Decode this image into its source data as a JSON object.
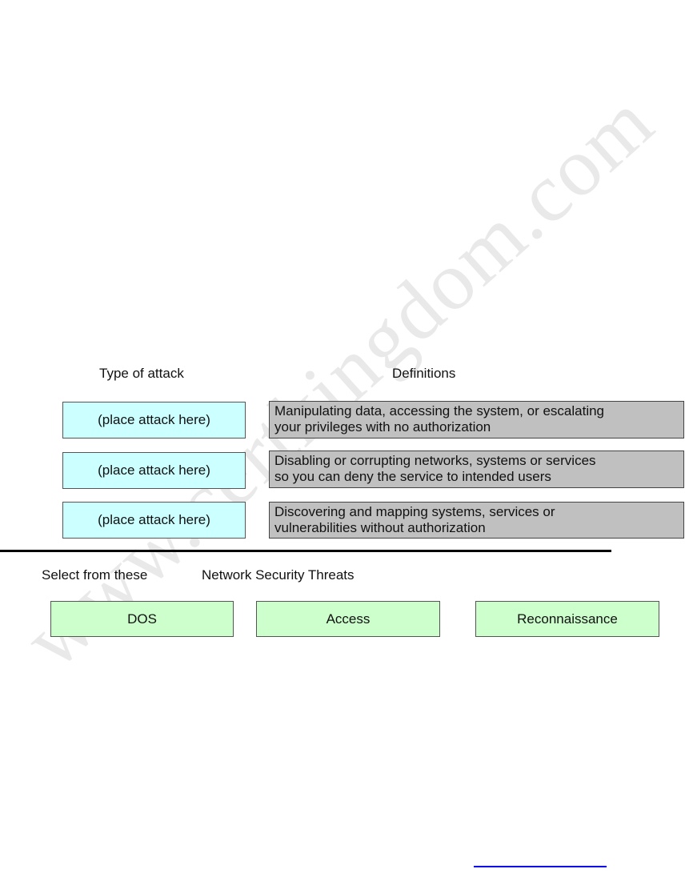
{
  "watermark": "www.certkingdom.com",
  "headers": {
    "type_of_attack": "Type of attack",
    "definitions": "Definitions"
  },
  "rows": [
    {
      "slot_label": "(place attack here)",
      "definition_lines": [
        "Manipulating data, accessing the system, or escalating",
        "your privileges with no authorization"
      ]
    },
    {
      "slot_label": "(place attack here)",
      "definition_lines": [
        "Disabling or corrupting networks, systems or services",
        "so you can deny the service to intended users"
      ]
    },
    {
      "slot_label": "(place attack here)",
      "definition_lines": [
        "Discovering and mapping systems, services or",
        "vulnerabilities without authorization"
      ]
    }
  ],
  "select": {
    "prefix": "Select from these",
    "title": "Network Security Threats"
  },
  "threats": [
    "DOS",
    "Access",
    "Reconnaissance"
  ],
  "colors": {
    "slot_fill": "#ccffff",
    "definition_fill": "#c0c0c0",
    "threat_fill": "#ccffcc",
    "link": "#0000ee"
  }
}
